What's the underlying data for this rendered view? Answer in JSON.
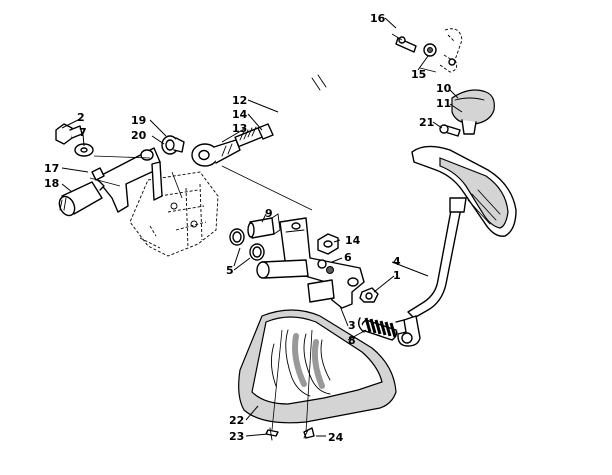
{
  "labels": {
    "l1": "1",
    "l2": "2",
    "l3": "3",
    "l4": "4",
    "l5": "5",
    "l6": "6",
    "l7": "7",
    "l8": "8",
    "l9": "9",
    "l10": "10",
    "l11": "11",
    "l12": "12",
    "l13": "13",
    "l14a": "14",
    "l14b": "14",
    "l15": "15",
    "l16": "16",
    "l17": "17",
    "l18": "18",
    "l19": "19",
    "l20": "20",
    "l21": "21",
    "l22": "22",
    "l23": "23",
    "l24": "24"
  }
}
